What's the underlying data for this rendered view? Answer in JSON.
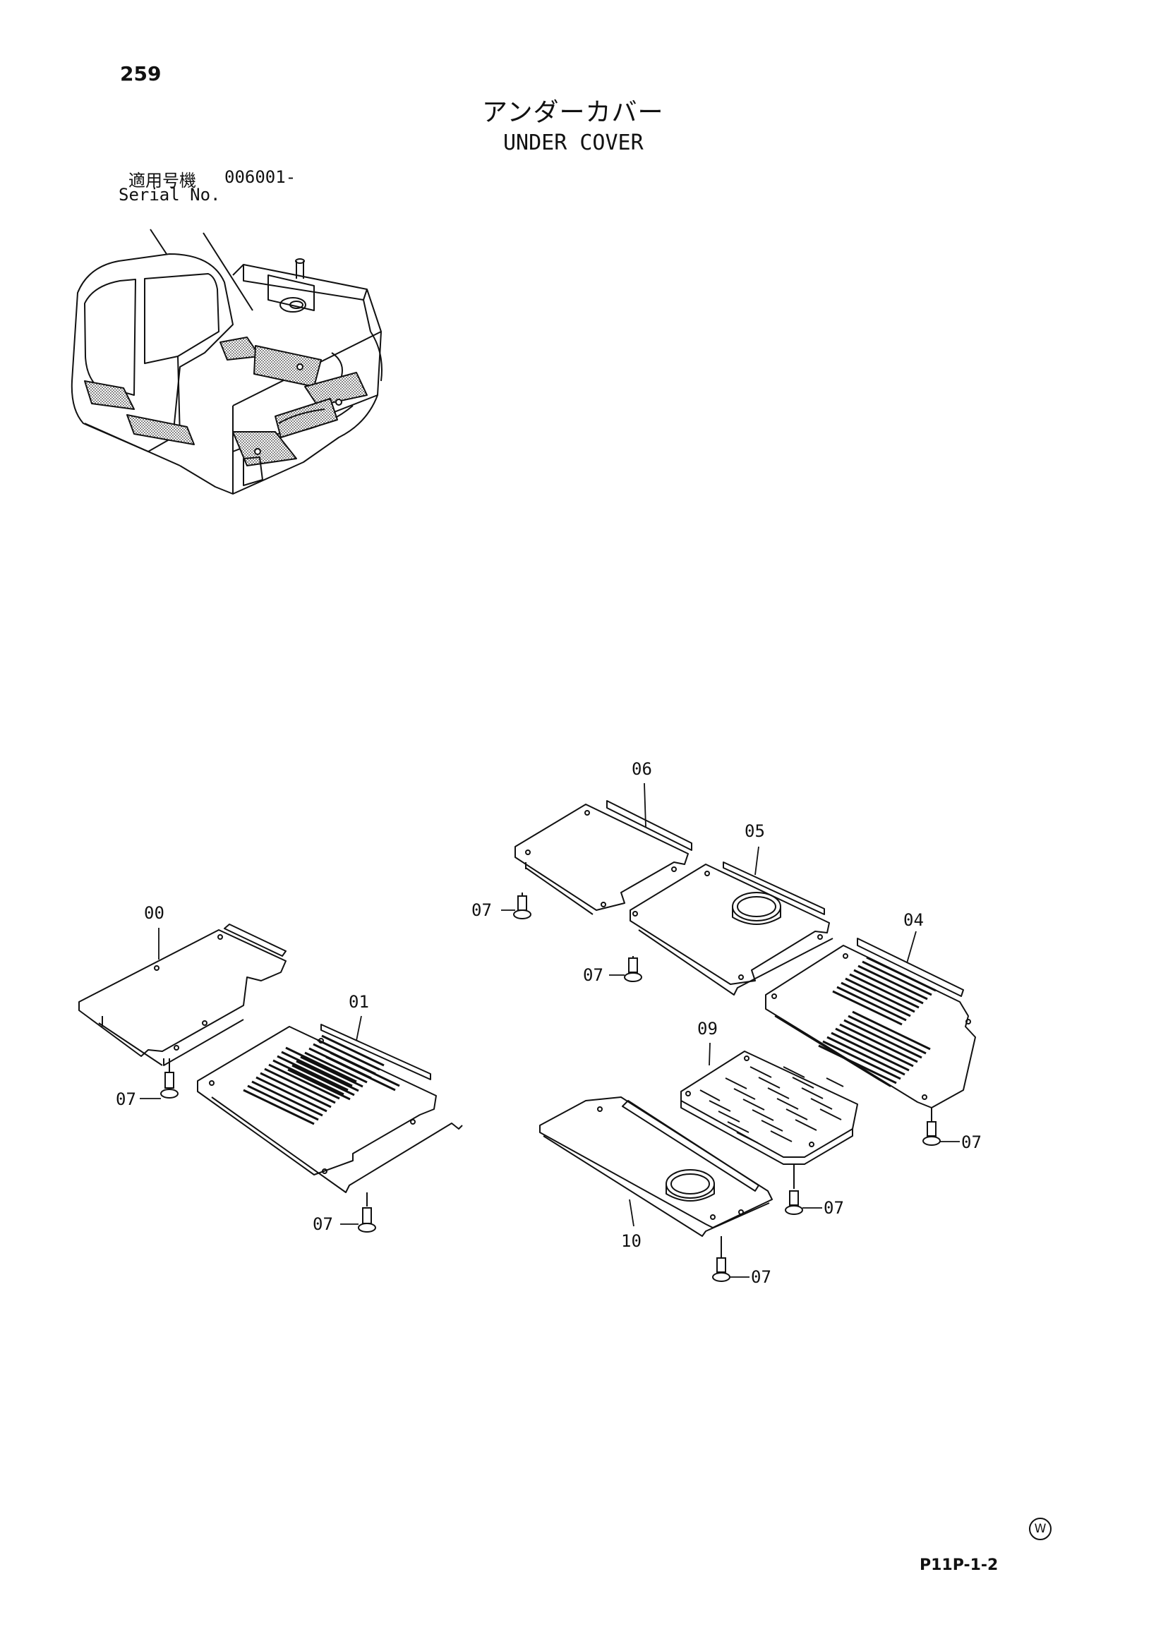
{
  "page": {
    "number": "259",
    "title_jp": "アンダーカバー",
    "title_en": "UNDER COVER",
    "serial_label_jp": "適用号機",
    "serial_value": "006001-",
    "serial_label_en": "Serial No.",
    "footer_code": "P11P-1-2",
    "footer_mark": "W"
  },
  "callouts": {
    "p00": "00",
    "p01": "01",
    "p04": "04",
    "p05": "05",
    "p06": "06",
    "p07": "07",
    "p09": "09",
    "p10": "10"
  }
}
